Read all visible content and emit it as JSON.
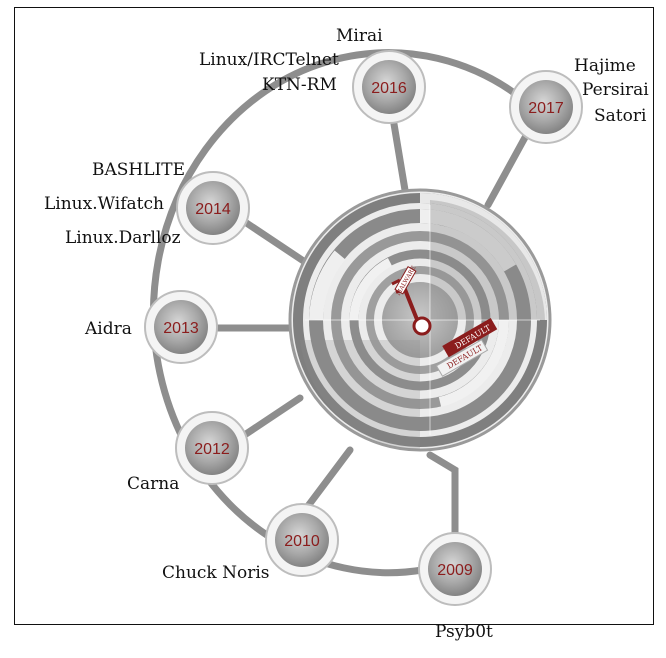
{
  "diagram": {
    "center_labels": {
      "key_tag": "MALWARE",
      "sticker_1": "DEFAULT",
      "sticker_2": "DEFAULT"
    },
    "years": [
      {
        "year": "2016",
        "families": [
          "Mirai",
          "Linux/IRCTelnet",
          "KTN-RM"
        ]
      },
      {
        "year": "2017",
        "families": [
          "Hajime",
          "Persirai",
          "Satori"
        ]
      },
      {
        "year": "2014",
        "families": [
          "BASHLITE",
          "Linux.Wifatch",
          "Linux.Darlloz"
        ]
      },
      {
        "year": "2013",
        "families": [
          "Aidra"
        ]
      },
      {
        "year": "2012",
        "families": [
          "Carna"
        ]
      },
      {
        "year": "2010",
        "families": [
          "Chuck Noris"
        ]
      },
      {
        "year": "2009",
        "families": [
          "Psyb0t"
        ]
      }
    ]
  }
}
